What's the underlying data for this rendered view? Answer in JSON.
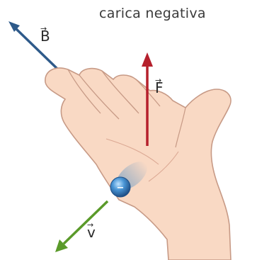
{
  "title": "carica negativa",
  "labels": {
    "b": "B",
    "f": "F",
    "v": "v",
    "charge": "−"
  },
  "colors": {
    "b_vector": "#2e5a8a",
    "f_vector": "#b5202c",
    "v_vector": "#5a9a2a",
    "skin": "#f9d9c4",
    "skin_outline": "#c79a86",
    "charge": "#3b86c6"
  }
}
